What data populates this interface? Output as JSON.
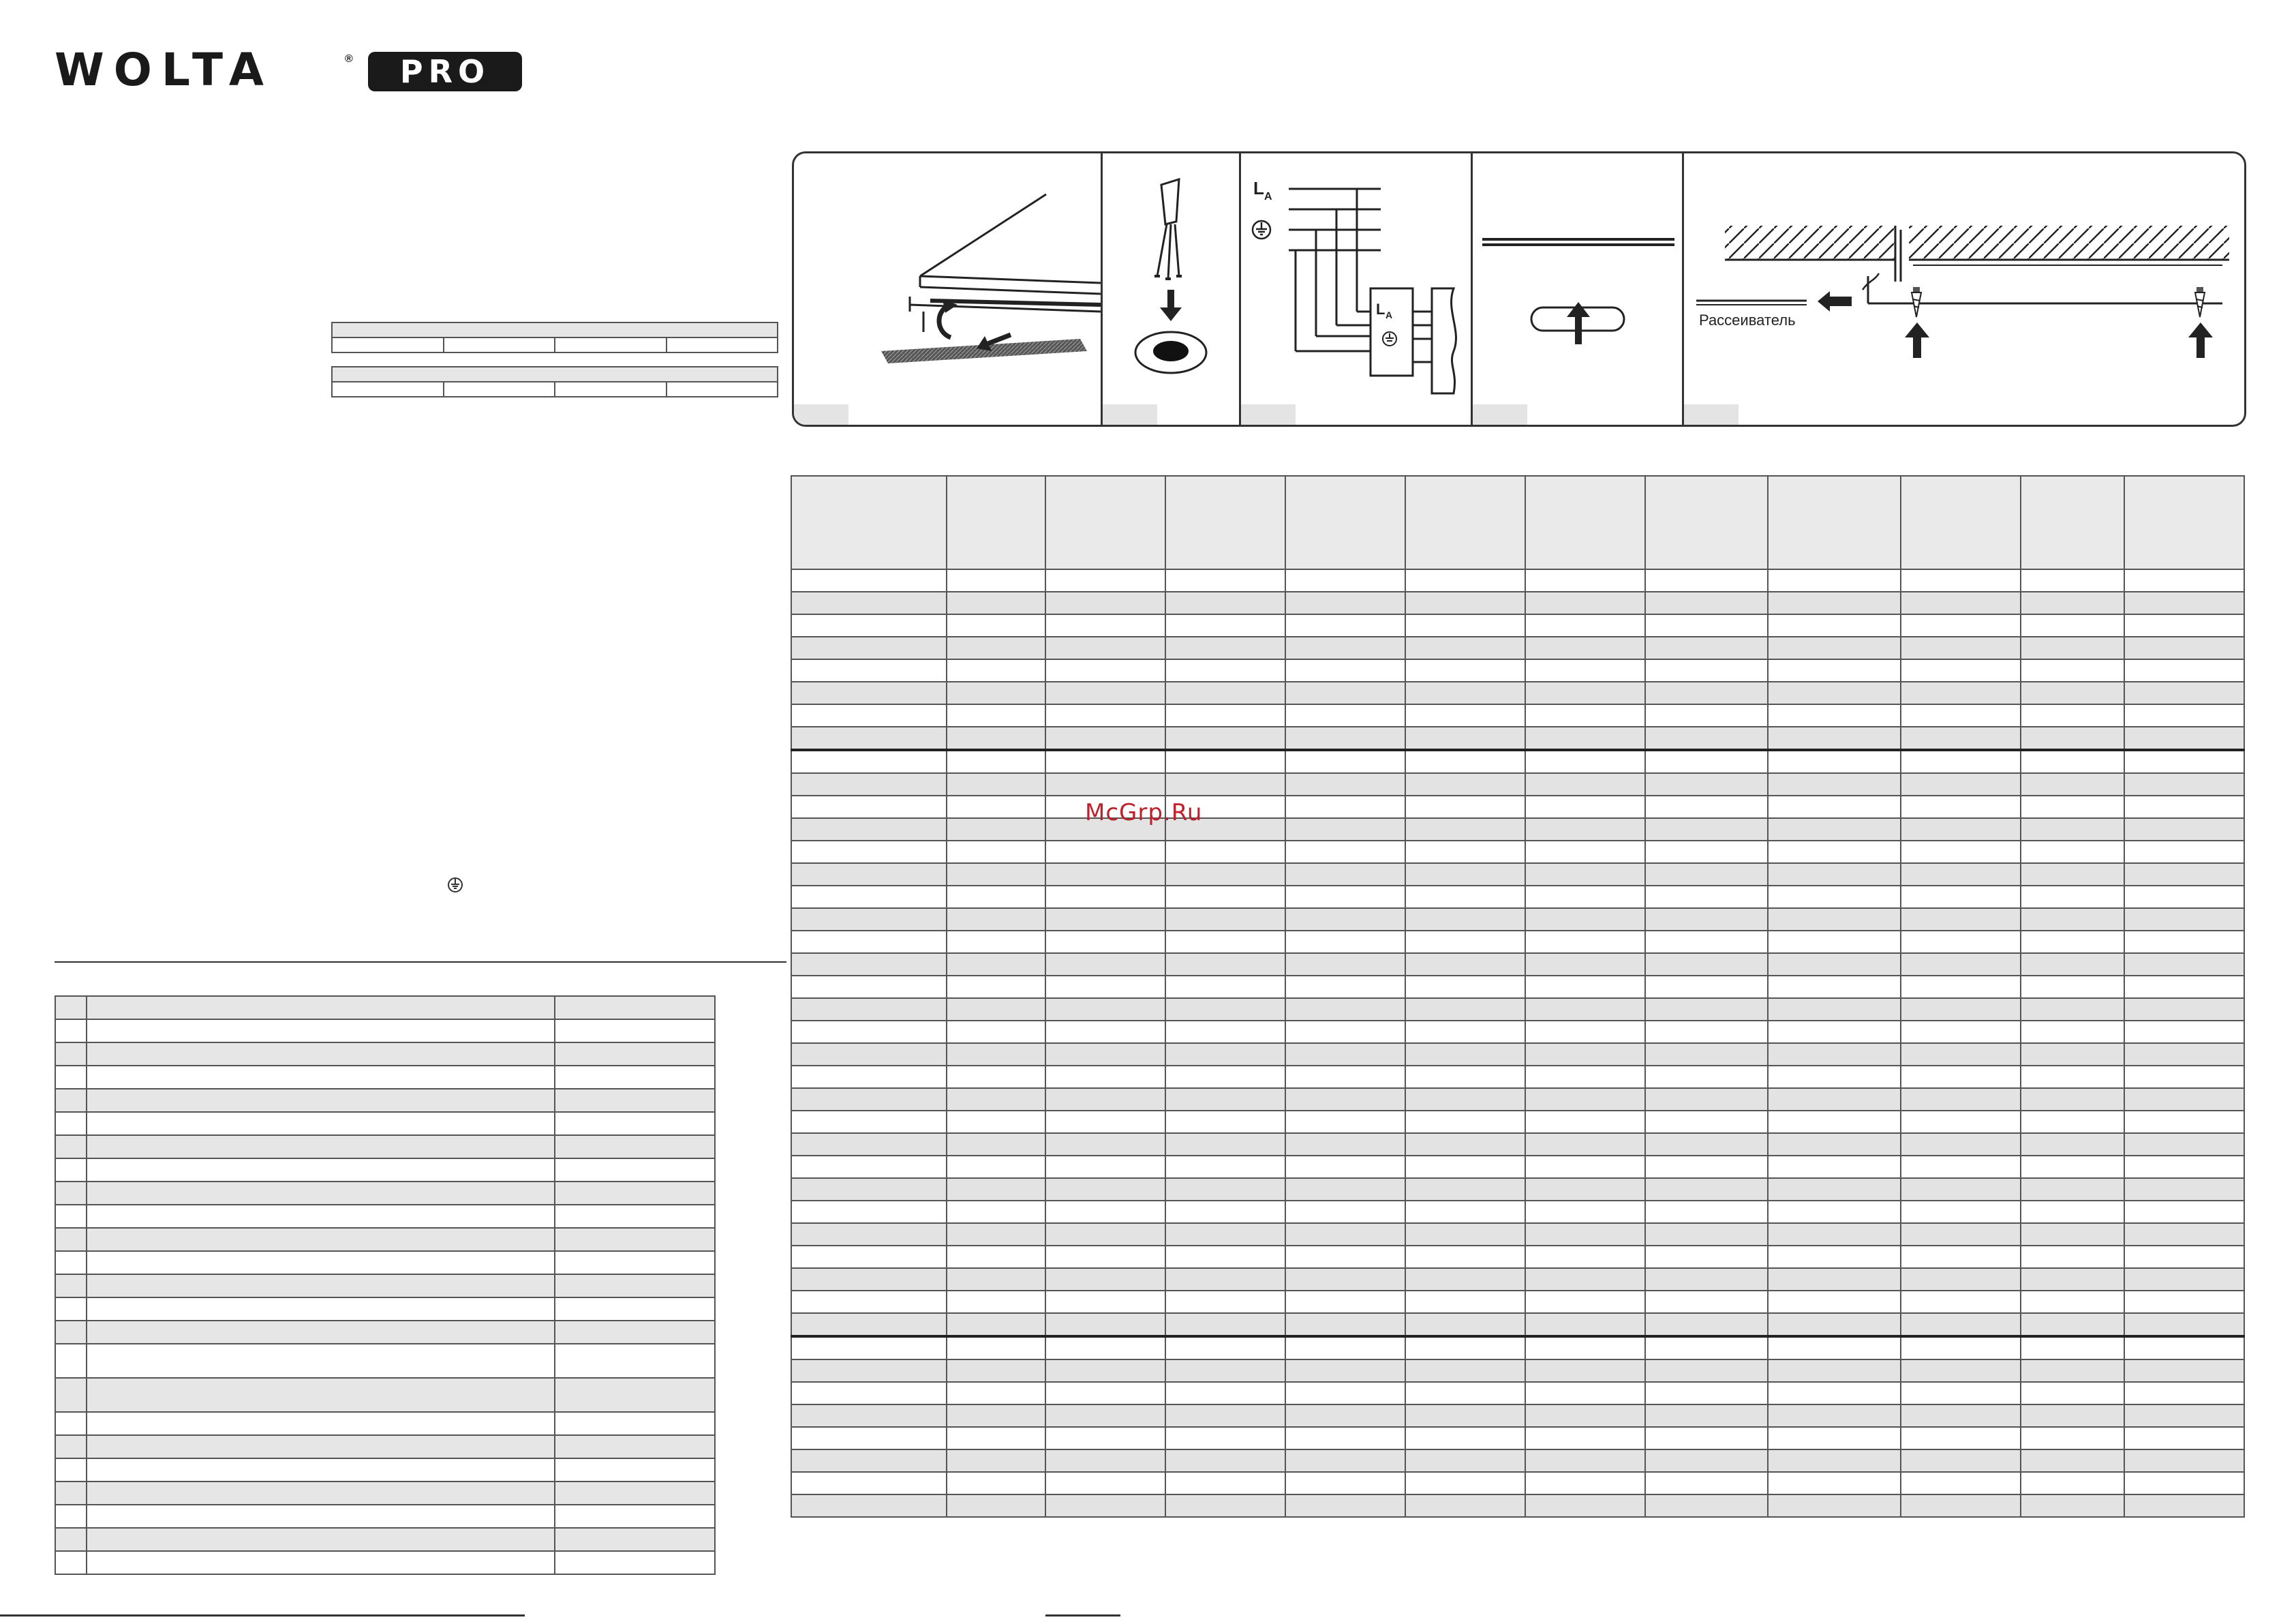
{
  "brand": {
    "name": "WOLTA",
    "registered_mark": "®",
    "line": "PRO"
  },
  "figures": {
    "wiring_label_la": "L",
    "wiring_label_la_sub": "A",
    "diffuser_label": "Рассеиватель"
  },
  "watermark": "McGrp.Ru",
  "icons": [
    "ground-icon",
    "arrow-up-icon",
    "arrow-down-icon",
    "arrow-left-icon",
    "screw-icon",
    "cable-icon",
    "rotate-arrow-icon"
  ]
}
